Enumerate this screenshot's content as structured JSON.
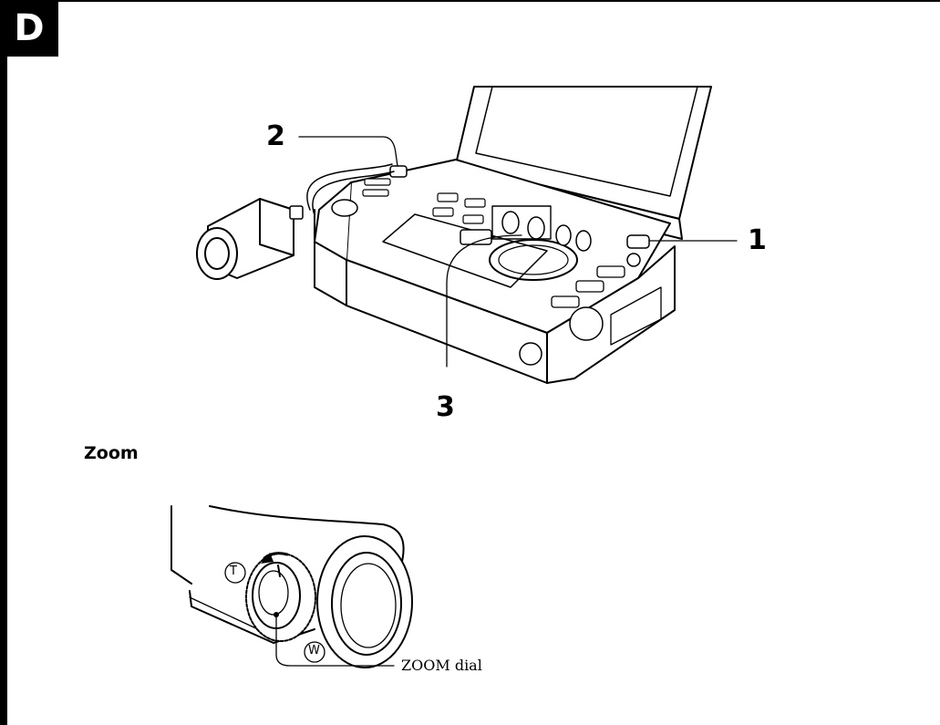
{
  "section": {
    "badge": "D"
  },
  "callouts": {
    "c1": "1",
    "c2": "2",
    "c3": "3"
  },
  "zoom": {
    "heading": "Zoom",
    "dial_label": "ZOOM dial",
    "tele_mark": "T",
    "wide_mark": "W"
  }
}
